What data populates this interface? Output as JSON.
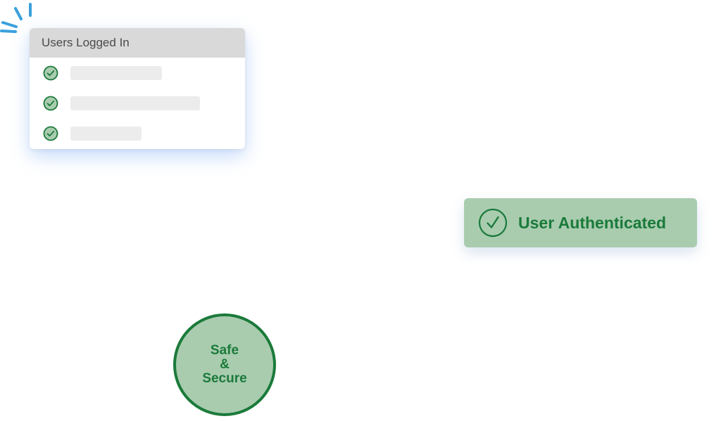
{
  "users_card": {
    "title": "Users Logged In",
    "rows": [
      {
        "status_icon": "check-circle-icon"
      },
      {
        "status_icon": "check-circle-icon"
      },
      {
        "status_icon": "check-circle-icon"
      }
    ]
  },
  "auth_badge": {
    "icon": "check-circle-icon",
    "label": "User Authenticated"
  },
  "seal": {
    "line1": "Safe",
    "line2": "&",
    "line3": "Secure"
  },
  "colors": {
    "accent_blue": "#3aa0dc",
    "success_green": "#1b7a3a",
    "badge_fill": "#a9ccaf",
    "header_gray": "#d9d9d9",
    "placeholder_gray": "#ececec"
  }
}
